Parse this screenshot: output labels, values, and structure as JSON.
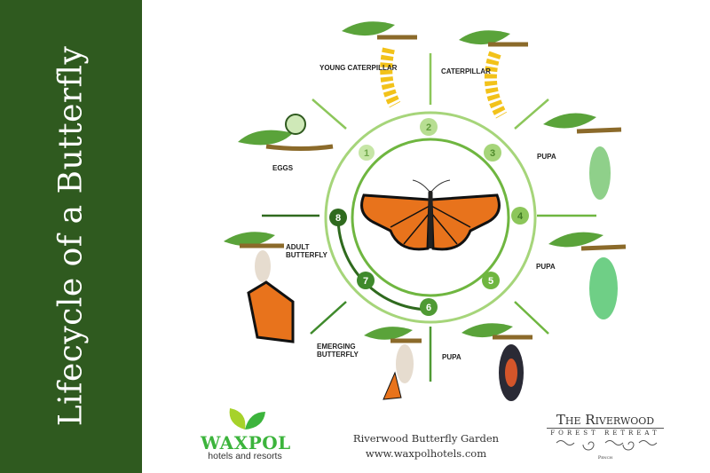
{
  "title": "Lifecycle of a Butterfly",
  "stages": [
    {
      "number": "1",
      "label": "EGGS"
    },
    {
      "number": "2",
      "label": "YOUNG CATERPILLAR"
    },
    {
      "number": "3",
      "label": "CATERPILLAR"
    },
    {
      "number": "4",
      "label": "PUPA"
    },
    {
      "number": "5",
      "label": "PUPA"
    },
    {
      "number": "6",
      "label": "PUPA"
    },
    {
      "number": "7",
      "label": "EMERGING BUTTERFLY"
    },
    {
      "number": "8",
      "label": "ADULT BUTTERFLY"
    }
  ],
  "footer": {
    "garden": "Riverwood Butterfly Garden",
    "website": "www.waxpolhotels.com",
    "waxpol_name": "WAXPOL",
    "waxpol_sub": "hotels and resorts",
    "riverwood_name": "The Riverwood",
    "riverwood_sub": "FOREST RETREAT",
    "riverwood_place": "Pench"
  },
  "colors": {
    "sidebar": "#2f5a1f",
    "light_green": "#a6d57a",
    "mid_green": "#6fb640",
    "dark_green": "#2f6a1e",
    "orange": "#e8731c"
  }
}
